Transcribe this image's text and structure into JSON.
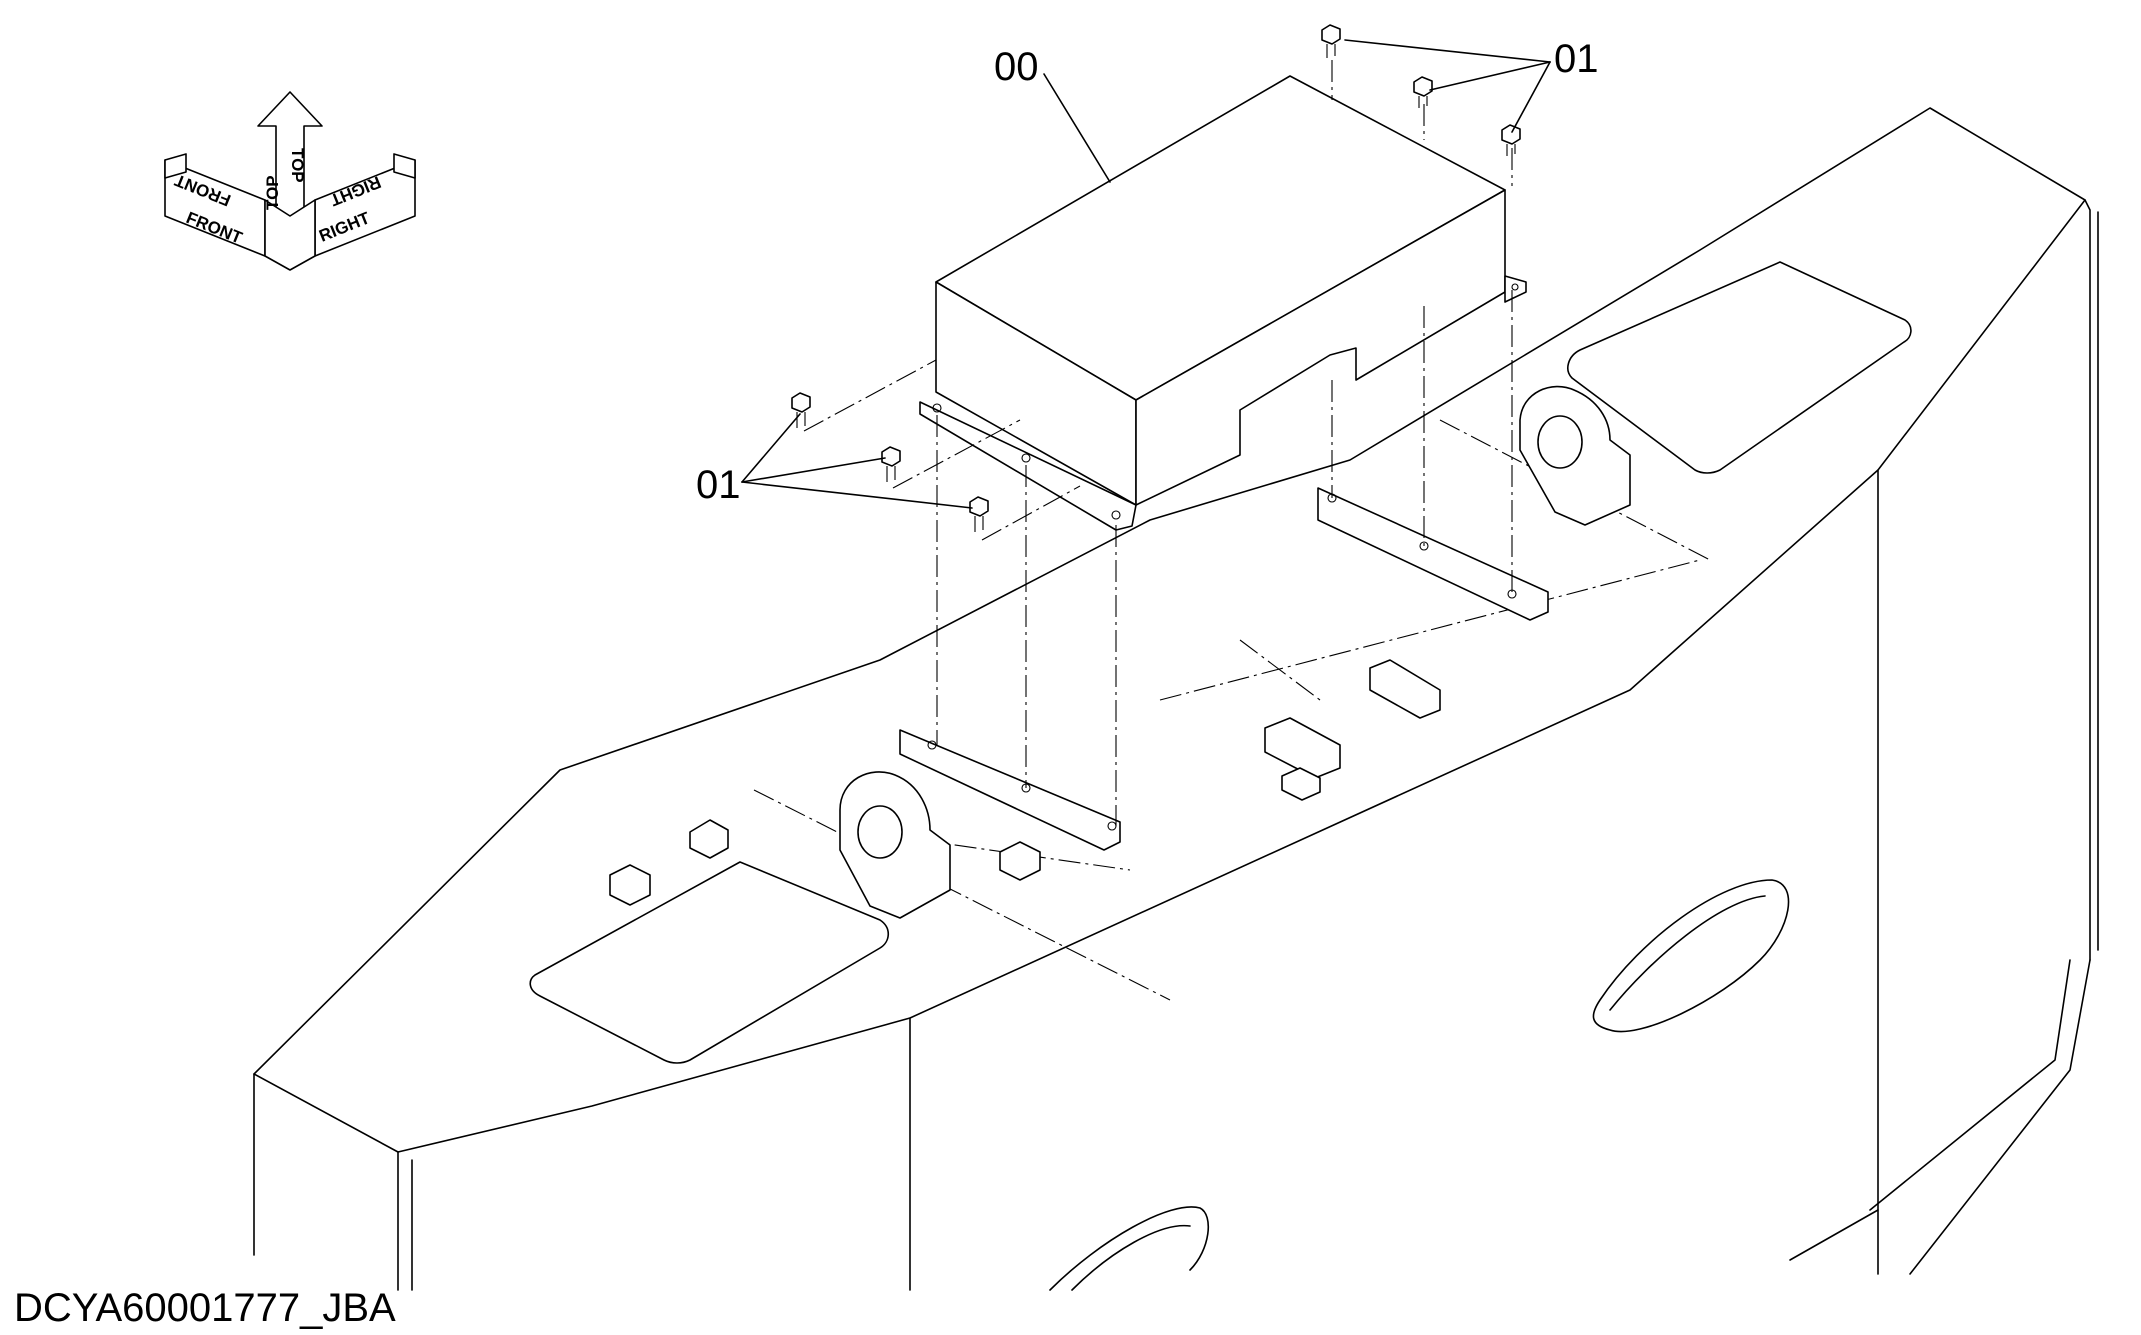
{
  "drawing_id": "DCYA60001777_JBA",
  "callouts": [
    {
      "label": "00",
      "part": "cover"
    },
    {
      "label": "01",
      "part": "bolt"
    },
    {
      "label": "01",
      "part": "bolt"
    }
  ],
  "orientation_labels": {
    "front": "FRONT",
    "top": "TOP",
    "right": "RIGHT"
  }
}
